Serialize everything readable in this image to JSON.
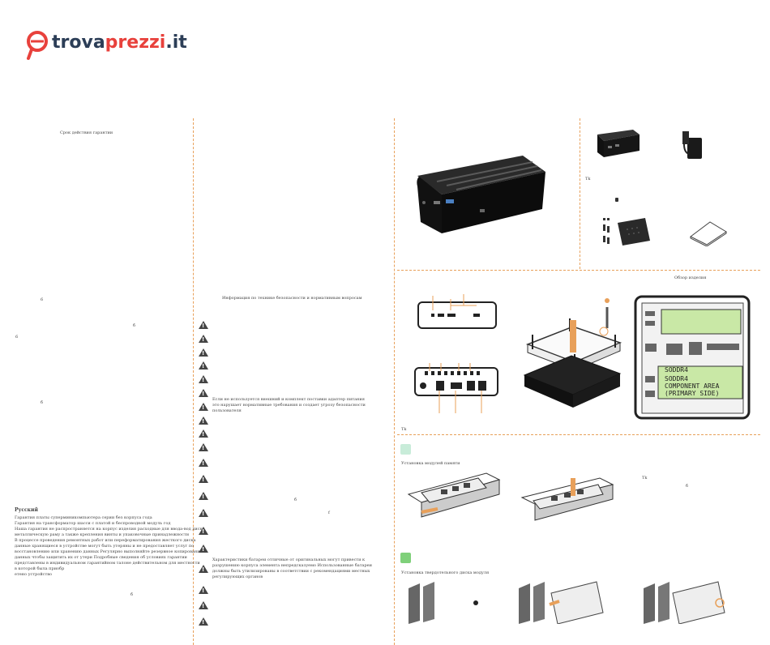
{
  "logo": {
    "text_a": "trova",
    "text_b": "prezzi",
    "text_c": ".it",
    "icon": "trovaprezzi-logo-icon",
    "color": "#e8413c",
    "dark": "#2c3e57"
  },
  "col1": {
    "header": "Срок действия гарантии",
    "mark_a": "6",
    "mark_b": "б",
    "mark_c": "6",
    "mark_d": "б",
    "russian_title": "Русский",
    "lines": [
      "Гарантия платы суперминикомпьютера серии                     без корпуса      года",
      "Гарантия на трансформатор  шасси с платой  и беспроводной модуль      год",
      "Наша гарантия не распространяется на корпус изделия  расходные для ввода-вод диска",
      "металлическую раму   а также крепления  винты и упаковочные принадлежности",
      "В процессе проведения ремонтных работ или переформатирования жесткого диска",
      "данные  хранящиеся в устройстве  могут быть утеряны     и не предоставляет услуг по",
      "восстановлению или хранению данных  Регулярно выполняйте резервное копирование",
      "данных  чтобы защитить их от утери  Подробные сведения об условиях гарантии",
      "представлены в индивидуальном гарантийном  талоне  действительном для местности",
      "в которой была приобр",
      "етено устройство"
    ],
    "mark_e": "б"
  },
  "col2": {
    "header": "Информация по технике безопасности и нормативным вопросам",
    "para1": [
      "Если не используется внешний и комплект поставки адаптер питания",
      "это нарушает нормативные требования и создает угрозу безопасности",
      "пользователя"
    ],
    "mark_a": "б",
    "mark_b": "f",
    "para2": [
      "Характеристики батареи отличные от оригинальных могут привести к",
      "разрушению корпуса элемента  непредсказуемо   Использованные батареи",
      "должны быть утилизированы в соответствии с рекомендациями местных",
      "регулирующих органов"
    ]
  },
  "col3": {
    "package_note": "Tk",
    "overview_title": "Обзор изделия",
    "overview_note": "Tk",
    "step1_label": "Установка модулей памяти",
    "step1_color": "#c8ecd9",
    "step1_note_a": "Tk",
    "step1_note_b": "б",
    "step2_label": "Установка твердотельного диска              модуля",
    "step2_color": "#7fd07a",
    "ram_label_a": "SODDR4",
    "ram_label_b": "SODDR4",
    "ram_label_c": "COMPONENT AREA",
    "ram_label_d": "(PRIMARY SIDE)",
    "ram_board_color": "#c9e8a6",
    "accent": "#e8a05a"
  }
}
